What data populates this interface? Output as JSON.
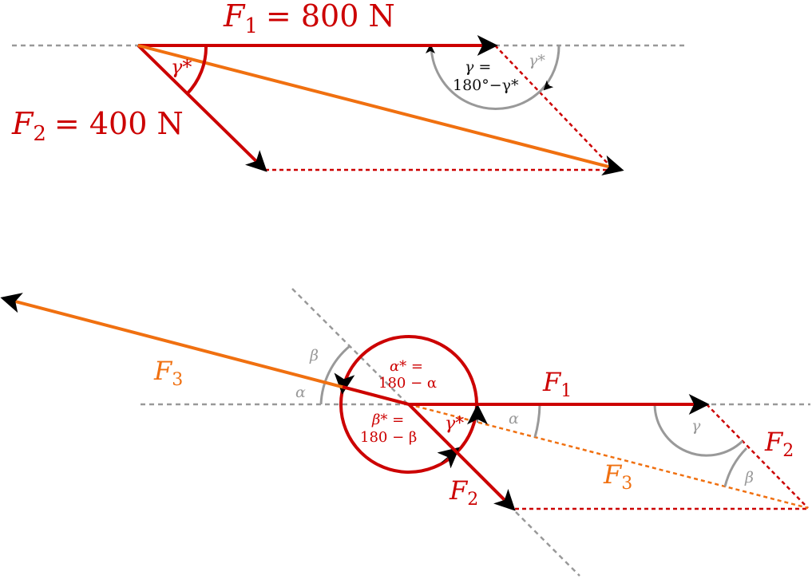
{
  "colors": {
    "force": "#cc0000",
    "resultant": "#f07010",
    "guide": "#999999",
    "arc_gray": "#999999",
    "text_black": "#111111"
  },
  "top": {
    "f1_label": "F",
    "f1_sub": "1",
    "f1_eq": "= 800 N",
    "f2_label": "F",
    "f2_sub": "2",
    "f2_eq": "= 400 N",
    "gamma_star": "γ*",
    "gamma_eq_line1": "γ =",
    "gamma_eq_line2": "180°−γ*",
    "gamma_star_gray": "γ*"
  },
  "bottom": {
    "f3_left_label": "F",
    "f3_left_sub": "3",
    "f1_label": "F",
    "f1_sub": "1",
    "f2_label": "F",
    "f2_sub": "2",
    "f2_right_label": "F",
    "f2_right_sub": "2",
    "f3_right_label": "F",
    "f3_right_sub": "3",
    "alpha_star_line1": "α* =",
    "alpha_star_line2": "180 − α",
    "beta_star_line1": "β* =",
    "beta_star_line2": "180 − β",
    "gamma_star": "γ*",
    "beta_gray": "β",
    "alpha_gray": "α",
    "alpha_gray_right": "α",
    "gamma_gray_right": "γ",
    "beta_gray_right": "β"
  }
}
